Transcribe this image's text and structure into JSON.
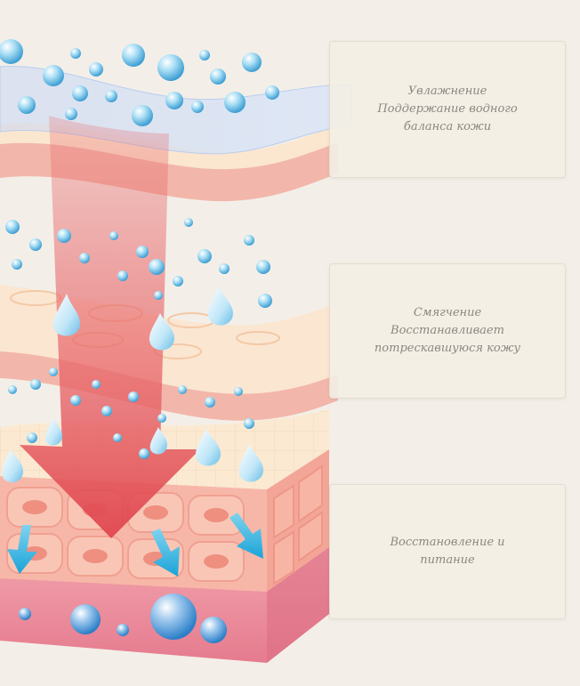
{
  "cards": [
    {
      "title": "Увлажнение",
      "body_line1": "Поддержание водного",
      "body_line2": "баланса кожи"
    },
    {
      "title": "Смягчение",
      "body_line1": "Восстанавливает",
      "body_line2": "потрескавшуюся кожу"
    },
    {
      "title": "",
      "body_line1": "Восстановление и",
      "body_line2": "питание"
    }
  ],
  "colors": {
    "background": "#f3efe8",
    "arrow": "#e8666a",
    "water": "#8fd0ee",
    "skin": "#f6b3a8",
    "dermis": "#e98a9a",
    "cream": "#fbe9d2",
    "blue_film": "#c9d8f4"
  }
}
